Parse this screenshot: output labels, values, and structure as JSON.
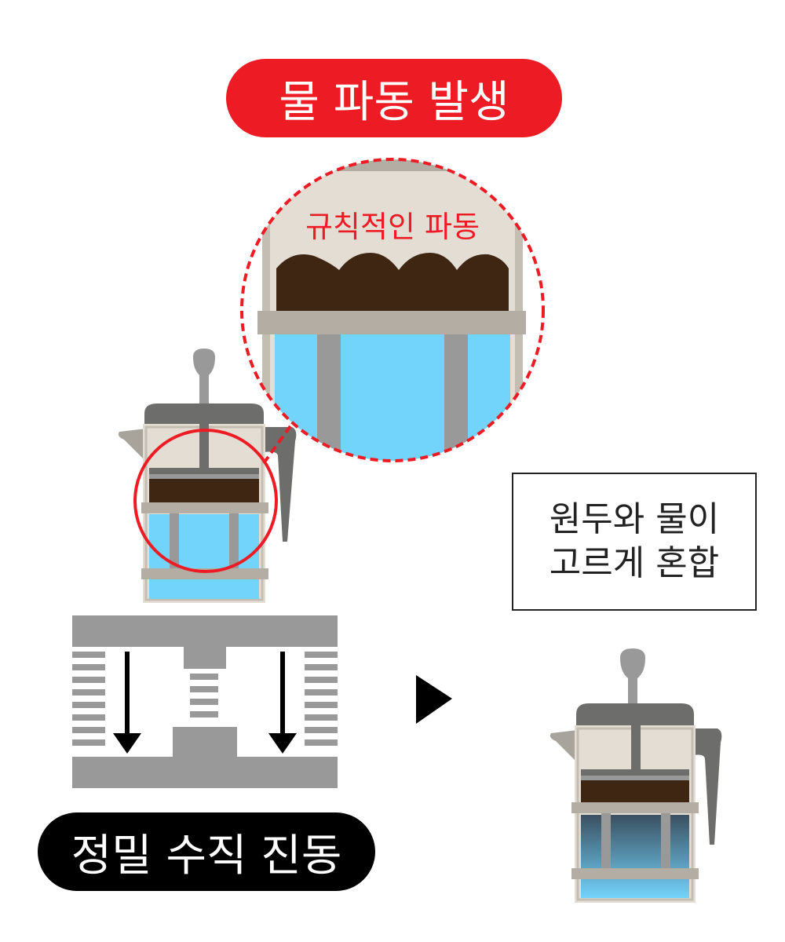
{
  "labels": {
    "top_title": "물 파동 발생",
    "zoom_caption": "규칙적인 파동",
    "note_line1": "원두와 물이",
    "note_line2": "고르게 혼합",
    "bottom_title": "정밀 수직 진동"
  },
  "colors": {
    "accent_red": "#ed1c24",
    "black": "#000000",
    "water_blue": "#72d3fb",
    "coffee_brown": "#3e2613",
    "press_gray": "#999999",
    "frame_gray": "#b3ada3",
    "lid_gray": "#6d6d6b",
    "glass_beige": "#e3ddd4"
  },
  "icons": [
    "french-press-icon",
    "vibration-machine-icon",
    "play-arrow-icon",
    "down-arrow-icon"
  ]
}
